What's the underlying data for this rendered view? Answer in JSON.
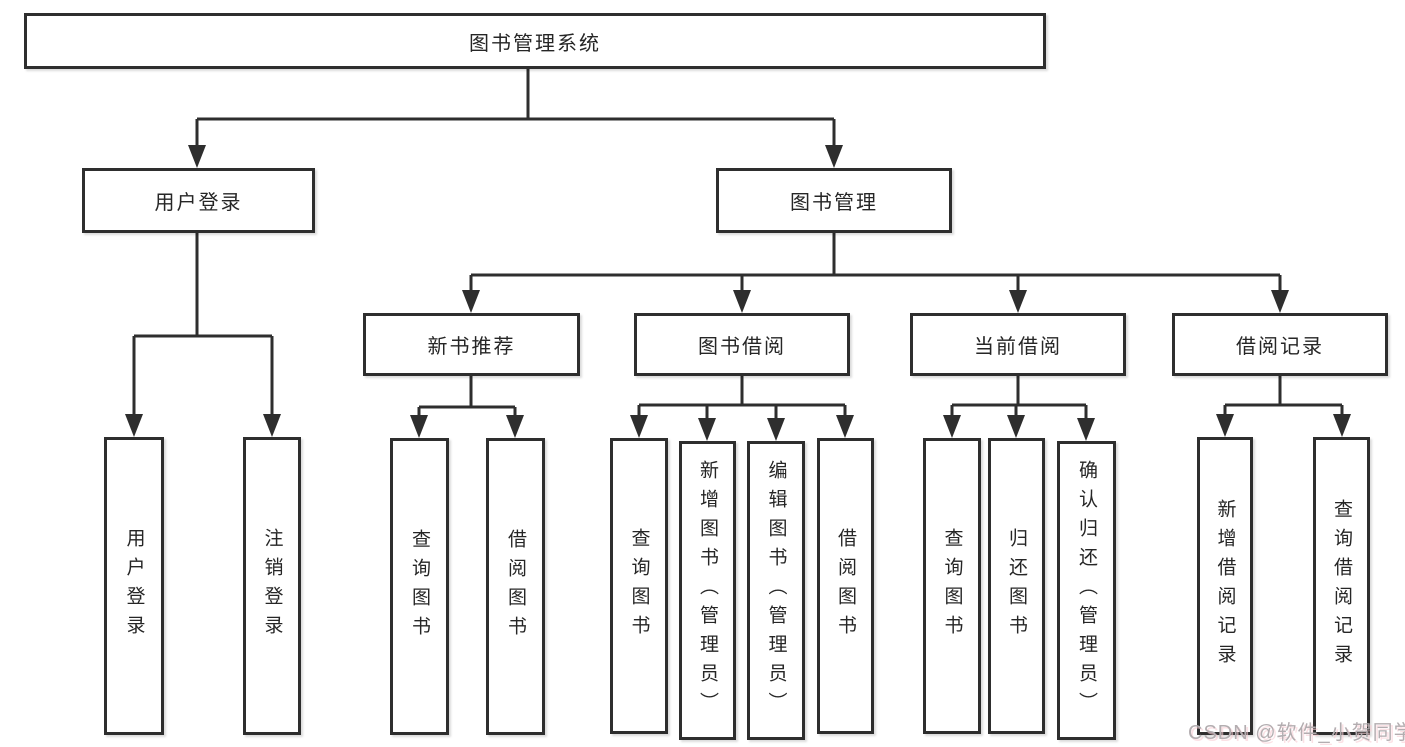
{
  "diagram": {
    "root": {
      "label": "图书管理系统"
    },
    "user_login": {
      "label": "用户登录",
      "children": [
        {
          "label": "用户登录"
        },
        {
          "label": "注销登录"
        }
      ]
    },
    "book_management": {
      "label": "图书管理",
      "sections": [
        {
          "label": "新书推荐",
          "children": [
            {
              "label": "查询图书"
            },
            {
              "label": "借阅图书"
            }
          ]
        },
        {
          "label": "图书借阅",
          "children": [
            {
              "label": "查询图书"
            },
            {
              "label": "新增图书（管理员）"
            },
            {
              "label": "编辑图书（管理员）"
            },
            {
              "label": "借阅图书"
            }
          ]
        },
        {
          "label": "当前借阅",
          "children": [
            {
              "label": "查询图书"
            },
            {
              "label": "归还图书"
            },
            {
              "label": "确认归还（管理员）"
            }
          ]
        },
        {
          "label": "借阅记录",
          "children": [
            {
              "label": "新增借阅记录"
            },
            {
              "label": "查询借阅记录"
            }
          ]
        }
      ]
    }
  },
  "watermark": {
    "text": "CSDN @软件_小贺同学"
  },
  "colors": {
    "line": "#2e2e2e",
    "text": "#262626",
    "background": "#ffffff",
    "watermark": "#b3adb0"
  }
}
